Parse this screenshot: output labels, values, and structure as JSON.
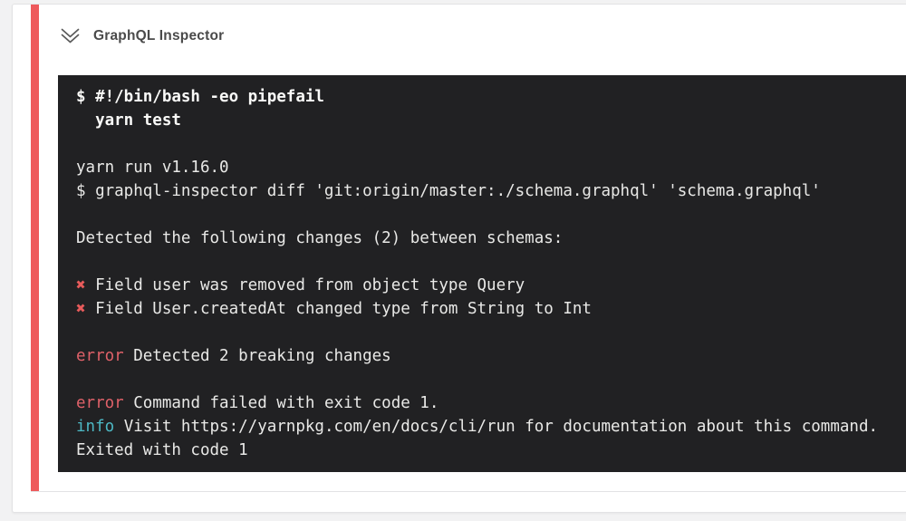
{
  "colors": {
    "page_background": "#f2f2f3",
    "card_background": "#ffffff",
    "card_border": "#e2e2e4",
    "accent_bar": "#ee5a5c",
    "title_text": "#4a4a4a",
    "terminal_background": "#212123",
    "terminal_text": "#e9e9e7",
    "terminal_bold_text": "#fafaf8",
    "terminal_error": "#df6169",
    "terminal_mark": "#e85b5b",
    "terminal_info": "#4db8c4",
    "icon_stroke": "#5a5a5a"
  },
  "header": {
    "title": "GraphQL Inspector",
    "icon": "double-chevron-down-icon"
  },
  "terminal": {
    "lines": [
      {
        "bold": true,
        "segments": [
          {
            "text": "$ #!/bin/bash -eo pipefail"
          }
        ]
      },
      {
        "bold": true,
        "segments": [
          {
            "text": "  yarn test"
          }
        ]
      },
      {
        "segments": []
      },
      {
        "segments": [
          {
            "text": "yarn run v1.16.0"
          }
        ]
      },
      {
        "segments": [
          {
            "text": "$ graphql-inspector diff 'git:origin/master:./schema.graphql' 'schema.graphql'"
          }
        ]
      },
      {
        "segments": []
      },
      {
        "segments": [
          {
            "text": "Detected the following changes (2) between schemas:"
          }
        ]
      },
      {
        "segments": []
      },
      {
        "segments": [
          {
            "text": "✖",
            "style": "mark"
          },
          {
            "text": " Field user was removed from object type Query"
          }
        ]
      },
      {
        "segments": [
          {
            "text": "✖",
            "style": "mark"
          },
          {
            "text": " Field User.createdAt changed type from String to Int"
          }
        ]
      },
      {
        "segments": []
      },
      {
        "segments": [
          {
            "text": "error",
            "style": "error"
          },
          {
            "text": " Detected 2 breaking changes"
          }
        ]
      },
      {
        "segments": []
      },
      {
        "segments": [
          {
            "text": "error",
            "style": "error"
          },
          {
            "text": " Command failed with exit code 1."
          }
        ]
      },
      {
        "segments": [
          {
            "text": "info",
            "style": "info"
          },
          {
            "text": " Visit https://yarnpkg.com/en/docs/cli/run for documentation about this command."
          }
        ]
      },
      {
        "segments": [
          {
            "text": "Exited with code 1"
          }
        ]
      }
    ]
  }
}
